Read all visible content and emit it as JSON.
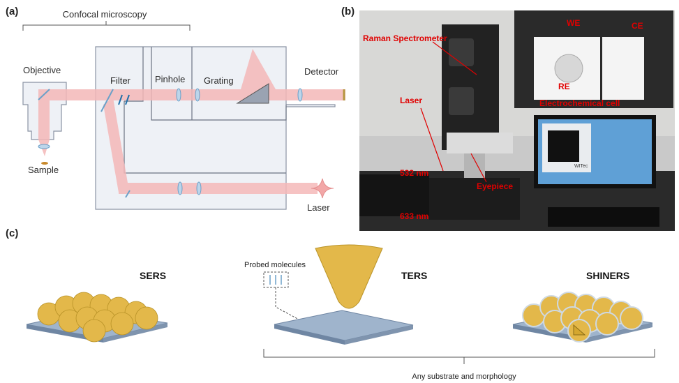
{
  "panels": {
    "a": {
      "label": "(a)",
      "bracket_label": "Confocal microscopy",
      "labels": {
        "objective": "Objective",
        "filter": "Filter",
        "pinhole": "Pinhole",
        "grating": "Grating",
        "detector": "Detector",
        "sample": "Sample",
        "laser": "Laser"
      }
    },
    "b": {
      "label": "(b)",
      "annotations": {
        "raman": "Raman Spectrometer",
        "laser": "Laser",
        "nm532": "532 nm",
        "nm633": "633 nm",
        "eyepiece": "Eyepiece",
        "we": "WE",
        "ce": "CE",
        "re": "RE",
        "cell": "Electrochemical cell",
        "monitor_brand": "WITec"
      }
    },
    "c": {
      "label": "(c)",
      "sers": "SERS",
      "ters": "TERS",
      "shiners": "SHINERS",
      "probed": "Probed molecules",
      "bottom": "Any substrate and morphology"
    }
  },
  "colors": {
    "beam": "#f4b8b8",
    "box_fill": "#eef1f6",
    "box_stroke": "#8a93a3",
    "gold": "#e3b84a",
    "substrate": "#9fb4cc",
    "annotation": "#e00000"
  }
}
